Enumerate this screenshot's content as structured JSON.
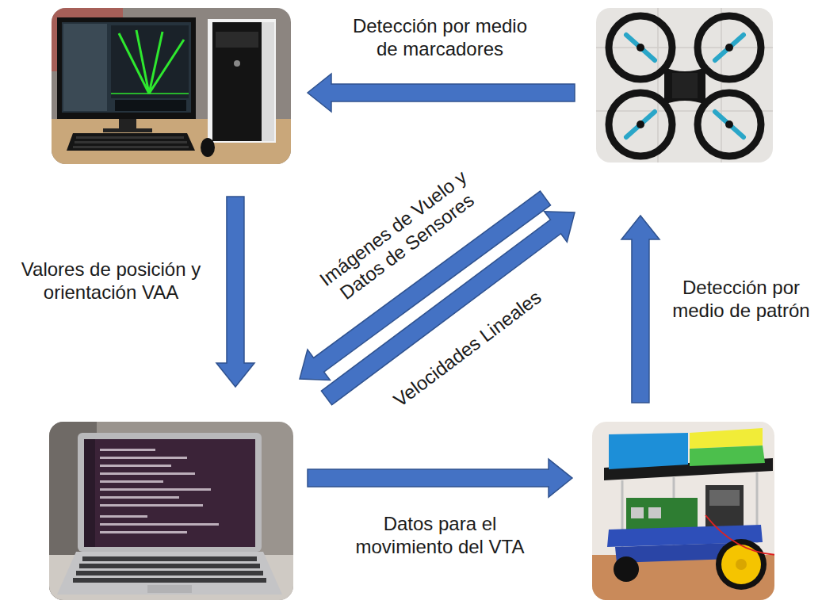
{
  "diagram": {
    "nodes": [
      {
        "text": []
      },
      {
        "text": []
      },
      {
        "text": []
      },
      {
        "text": []
      }
    ],
    "edges": [
      {
        "from": 1,
        "to": 0,
        "arrow": "to",
        "label": "Detección por medio de marcadores"
      },
      {
        "from": 0,
        "to": 2,
        "arrow": "to",
        "label": "Valores de posición y orientación VAA"
      },
      {
        "from": 1,
        "to": 2,
        "arrow": "to",
        "label": "Imágenes de Vuelo y Datos de Sensores"
      },
      {
        "from": 2,
        "to": 1,
        "arrow": "to",
        "label": "Velocidades Lineales"
      },
      {
        "from": 2,
        "to": 3,
        "arrow": "to",
        "label": "Datos para el movimiento del VTA"
      },
      {
        "from": 3,
        "to": 1,
        "arrow": "to",
        "label": "Detección por medio de patrón"
      }
    ]
  }
}
